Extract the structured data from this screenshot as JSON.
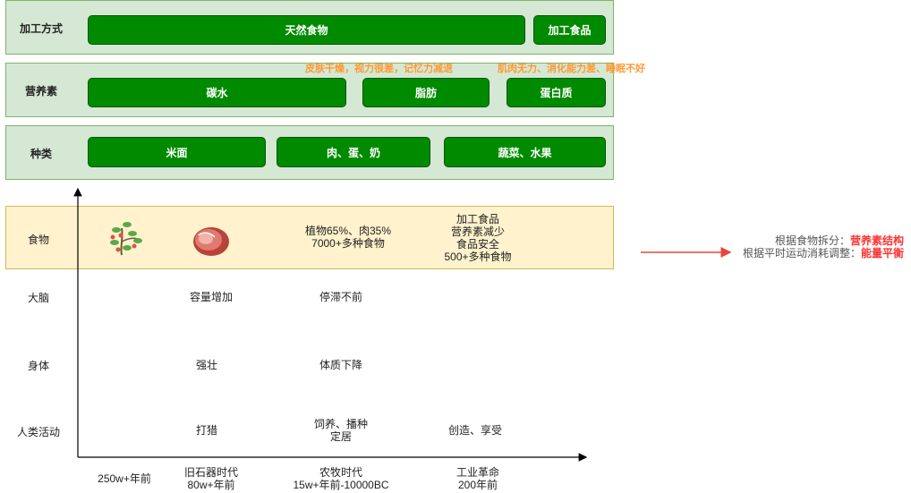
{
  "layers": {
    "processing": {
      "label": "加工方式",
      "boxes": [
        "天然食物",
        "加工食品"
      ]
    },
    "nutrients": {
      "label": "营养素",
      "boxes": [
        "碳水",
        "脂肪",
        "蛋白质"
      ],
      "notes": [
        "皮肤干燥，视力很差，记忆力减退",
        "肌肉无力、消化能力差、睡眠不好"
      ]
    },
    "types": {
      "label": "种类",
      "boxes": [
        "米面",
        "肉、蛋、奶",
        "蔬菜、水果"
      ]
    }
  },
  "rows": {
    "food": "食物",
    "brain": "大脑",
    "body": "身体",
    "activity": "人类活动"
  },
  "food_cells": {
    "agricultural": [
      "植物65%、肉35%",
      "7000+多种食物"
    ],
    "industrial": [
      "加工食品",
      "营养素减少",
      "食品安全",
      "500+多种食物"
    ]
  },
  "brain_cells": {
    "paleolithic": "容量增加",
    "agricultural": "停滞不前"
  },
  "body_cells": {
    "paleolithic": "强壮",
    "agricultural": "体质下降"
  },
  "activity_cells": {
    "paleolithic": "打猎",
    "agricultural": [
      "饲养、播种",
      "定居"
    ],
    "industrial": "创造、享受"
  },
  "timeline": {
    "t0": "250w+年前",
    "paleolithic": [
      "旧石器时代",
      "80w+年前"
    ],
    "agricultural": [
      "农牧时代",
      "15w+年前-10000BC"
    ],
    "industrial": [
      "工业革命",
      "200年前"
    ]
  },
  "conclusion": {
    "line1_prefix": "根据食物拆分：",
    "line1_highlight": "营养素结构",
    "line2_prefix": "根据平时运动消耗调整：",
    "line2_highlight": "能量平衡"
  },
  "icons": {
    "plant": "berry-plant-icon",
    "meat": "ham-meat-icon"
  },
  "colors": {
    "band_green": "#d5e8d4",
    "box_green": "#008a00",
    "food_band": "#fff2cc",
    "note_orange": "#ff9933",
    "highlight_red": "#ff3333"
  }
}
